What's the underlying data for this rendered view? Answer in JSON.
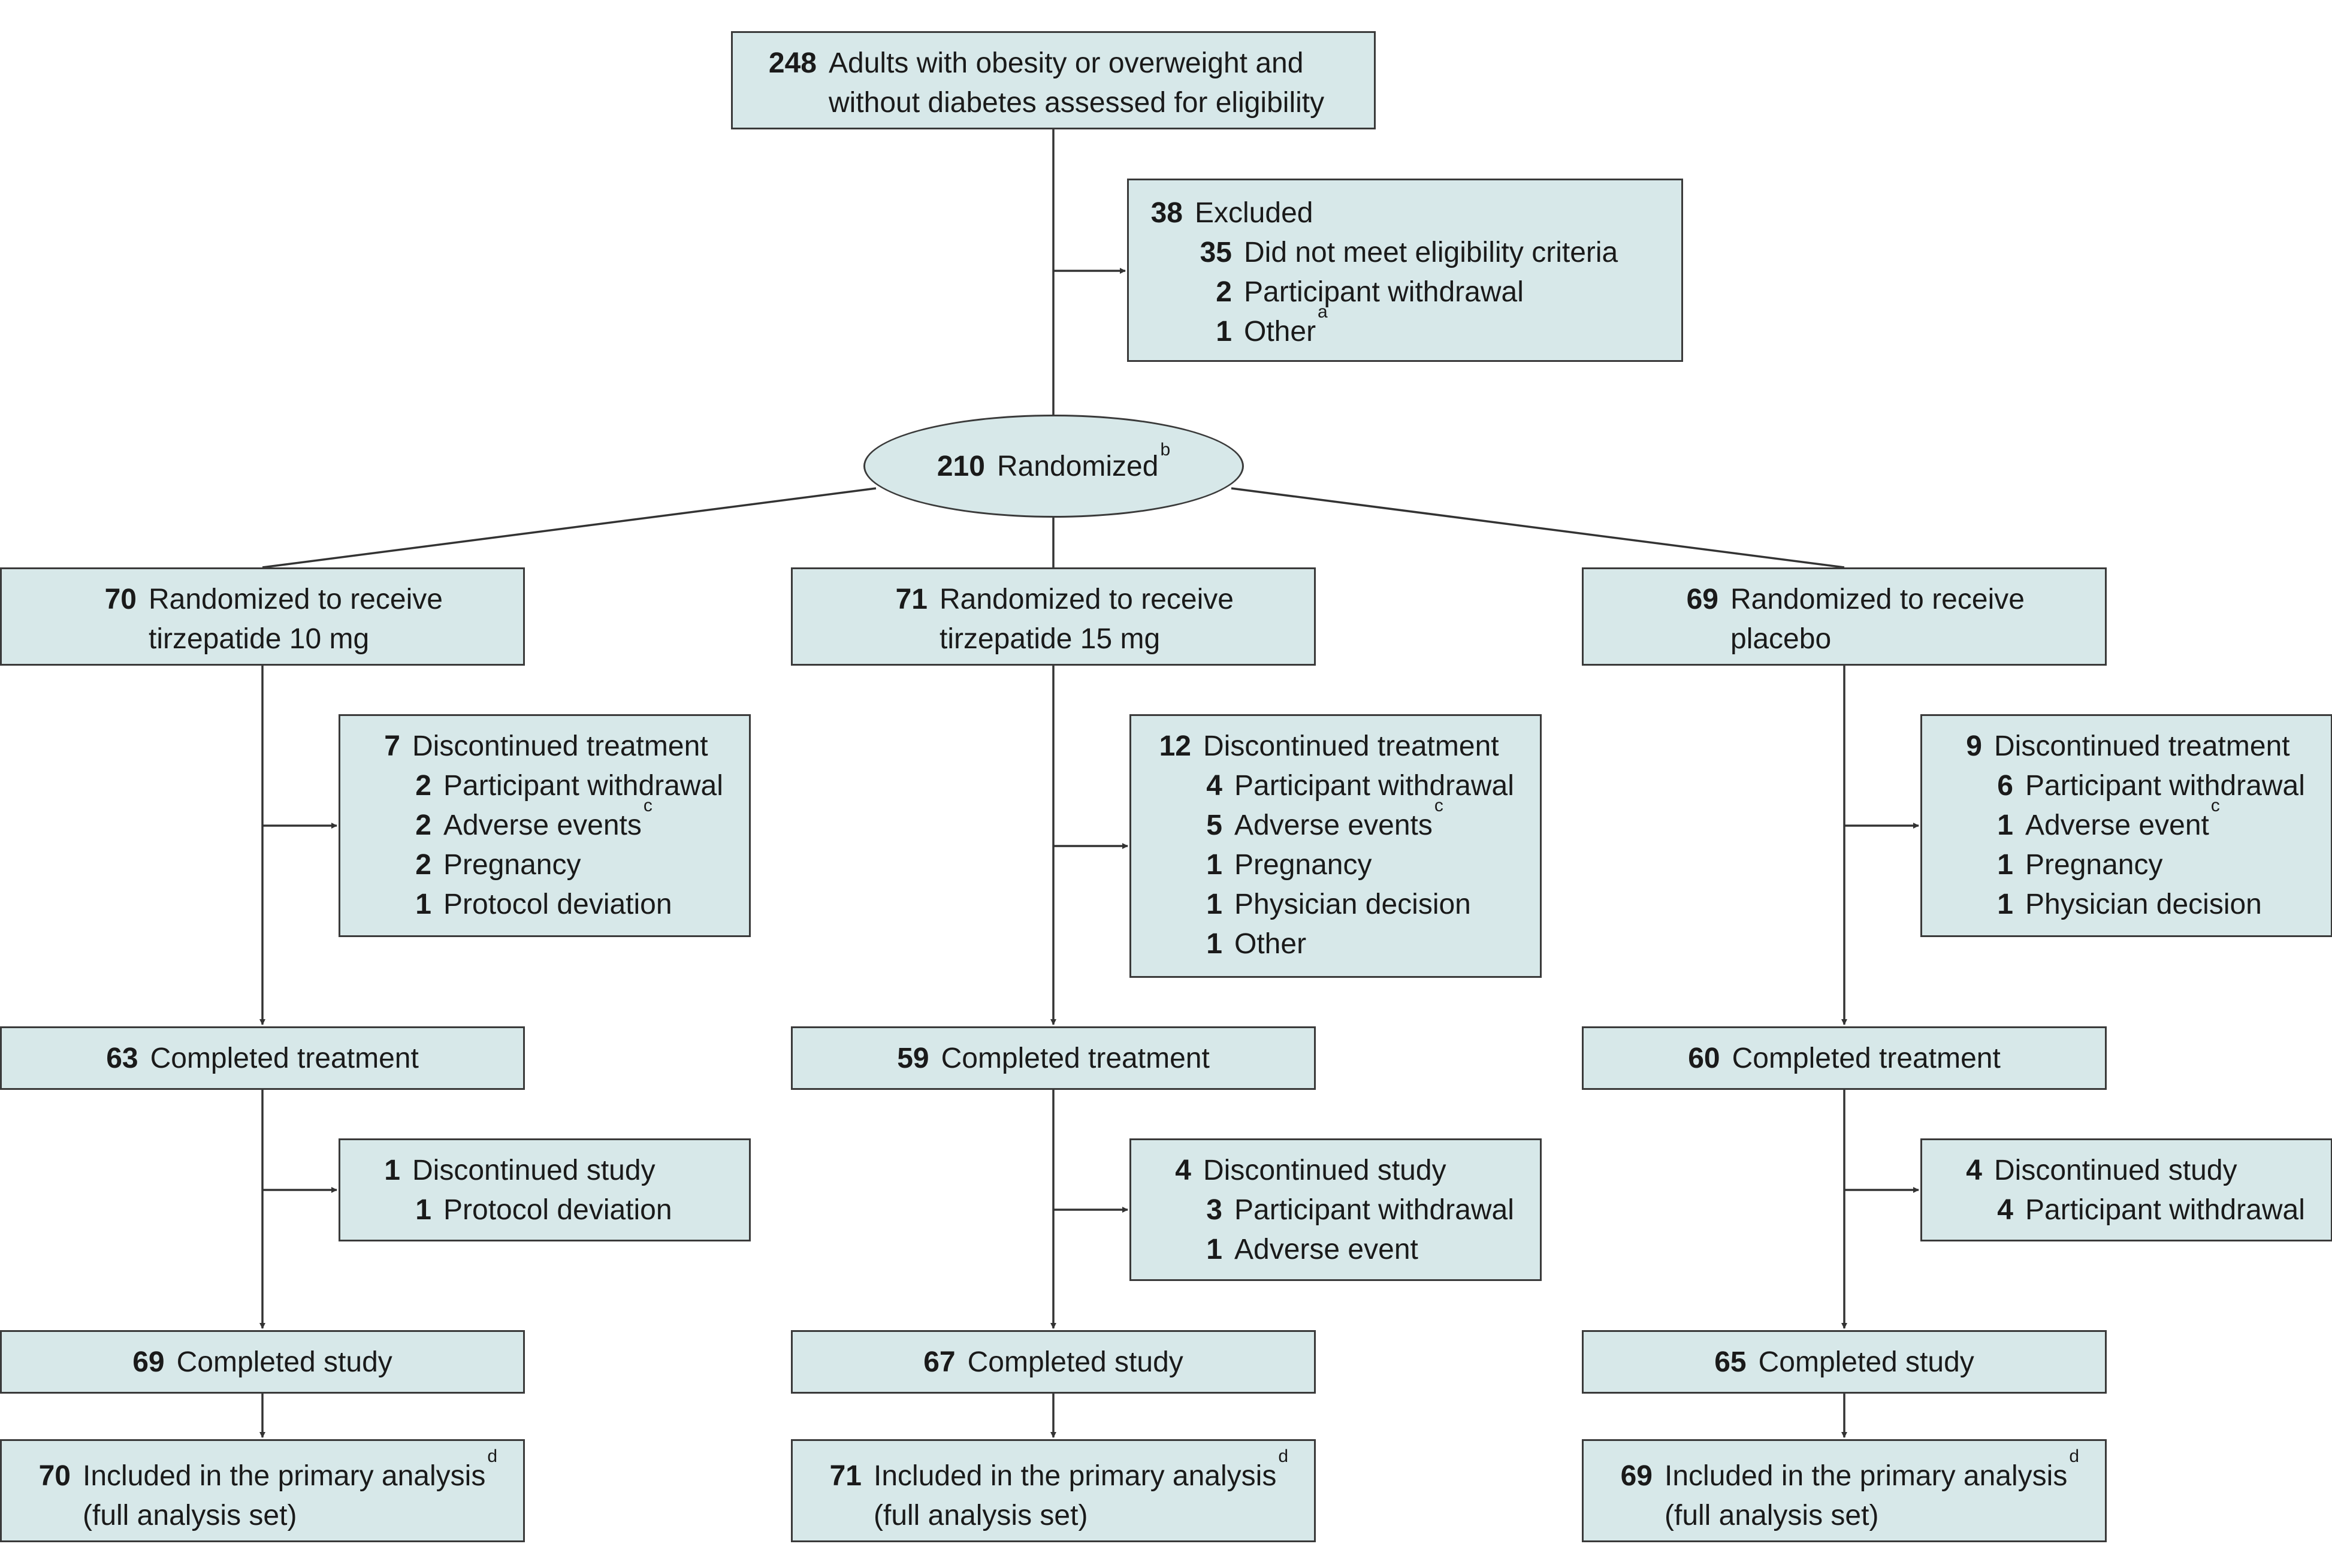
{
  "assessed": {
    "count": "248",
    "line1": "Adults with obesity or overweight and",
    "line2": "without diabetes assessed for eligibility"
  },
  "excluded": {
    "count": "38",
    "label": "Excluded",
    "items": [
      {
        "count": "35",
        "label": "Did not meet eligibility criteria",
        "sup": ""
      },
      {
        "count": "2",
        "label": "Participant withdrawal",
        "sup": ""
      },
      {
        "count": "1",
        "label": "Other",
        "sup": "a"
      }
    ]
  },
  "randomized": {
    "count": "210",
    "label": "Randomized",
    "sup": "b"
  },
  "arms": [
    {
      "randomized": {
        "count": "70",
        "line1": "Randomized to receive",
        "line2": "tirzepatide 10 mg"
      },
      "discontinued_treatment": {
        "count": "7",
        "label": "Discontinued treatment",
        "items": [
          {
            "count": "2",
            "label": "Participant withdrawal",
            "sup": ""
          },
          {
            "count": "2",
            "label": "Adverse events",
            "sup": "c"
          },
          {
            "count": "2",
            "label": "Pregnancy",
            "sup": ""
          },
          {
            "count": "1",
            "label": "Protocol deviation",
            "sup": ""
          }
        ]
      },
      "completed_treatment": {
        "count": "63",
        "label": "Completed treatment"
      },
      "discontinued_study": {
        "count": "1",
        "label": "Discontinued study",
        "items": [
          {
            "count": "1",
            "label": "Protocol deviation",
            "sup": ""
          }
        ]
      },
      "completed_study": {
        "count": "69",
        "label": "Completed study"
      },
      "analysis": {
        "count": "70",
        "line1": "Included in the primary analysis",
        "sup": "d",
        "line2": "(full analysis set)"
      }
    },
    {
      "randomized": {
        "count": "71",
        "line1": "Randomized to receive",
        "line2": "tirzepatide 15 mg"
      },
      "discontinued_treatment": {
        "count": "12",
        "label": "Discontinued treatment",
        "items": [
          {
            "count": "4",
            "label": "Participant withdrawal",
            "sup": ""
          },
          {
            "count": "5",
            "label": "Adverse events",
            "sup": "c"
          },
          {
            "count": "1",
            "label": "Pregnancy",
            "sup": ""
          },
          {
            "count": "1",
            "label": "Physician decision",
            "sup": ""
          },
          {
            "count": "1",
            "label": "Other",
            "sup": ""
          }
        ]
      },
      "completed_treatment": {
        "count": "59",
        "label": "Completed treatment"
      },
      "discontinued_study": {
        "count": "4",
        "label": "Discontinued study",
        "items": [
          {
            "count": "3",
            "label": "Participant withdrawal",
            "sup": ""
          },
          {
            "count": "1",
            "label": "Adverse event",
            "sup": ""
          }
        ]
      },
      "completed_study": {
        "count": "67",
        "label": "Completed study"
      },
      "analysis": {
        "count": "71",
        "line1": "Included in the primary analysis",
        "sup": "d",
        "line2": "(full analysis set)"
      }
    },
    {
      "randomized": {
        "count": "69",
        "line1": "Randomized to receive",
        "line2": "placebo"
      },
      "discontinued_treatment": {
        "count": "9",
        "label": "Discontinued treatment",
        "items": [
          {
            "count": "6",
            "label": "Participant withdrawal",
            "sup": ""
          },
          {
            "count": "1",
            "label": "Adverse event",
            "sup": "c"
          },
          {
            "count": "1",
            "label": "Pregnancy",
            "sup": ""
          },
          {
            "count": "1",
            "label": "Physician decision",
            "sup": ""
          }
        ]
      },
      "completed_treatment": {
        "count": "60",
        "label": "Completed treatment"
      },
      "discontinued_study": {
        "count": "4",
        "label": "Discontinued study",
        "items": [
          {
            "count": "4",
            "label": "Participant withdrawal",
            "sup": ""
          }
        ]
      },
      "completed_study": {
        "count": "65",
        "label": "Completed study"
      },
      "analysis": {
        "count": "69",
        "line1": "Included in the primary analysis",
        "sup": "d",
        "line2": "(full analysis set)"
      }
    }
  ],
  "colors": {
    "box_fill": "#d7e8e9",
    "box_border": "#3a3a3a",
    "line": "#333333"
  }
}
